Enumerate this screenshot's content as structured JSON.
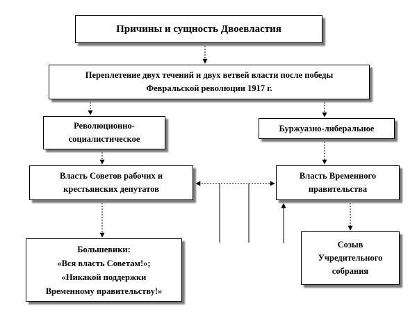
{
  "diagram": {
    "title": "Причины и сущность Двоевластия",
    "intertwine": "Переплетение двух течений и двух ветвей власти после победы\nФевральской революции 1917 г.",
    "revolutionary": "Революционно-\nсоциалистическое",
    "bourgeois": "Буржуазно-либеральное",
    "soviets": "Власть Советов рабочих и\nкрестьянских  депутатов",
    "provisional_government": "Власть Временного\nправительства",
    "bolsheviks": "Большевики:\n«Вся власть Советам!»;\n«Никакой поддержки\nВременному правительству!»",
    "convocation": "Созыв\nУчредительного\nсобрания"
  }
}
